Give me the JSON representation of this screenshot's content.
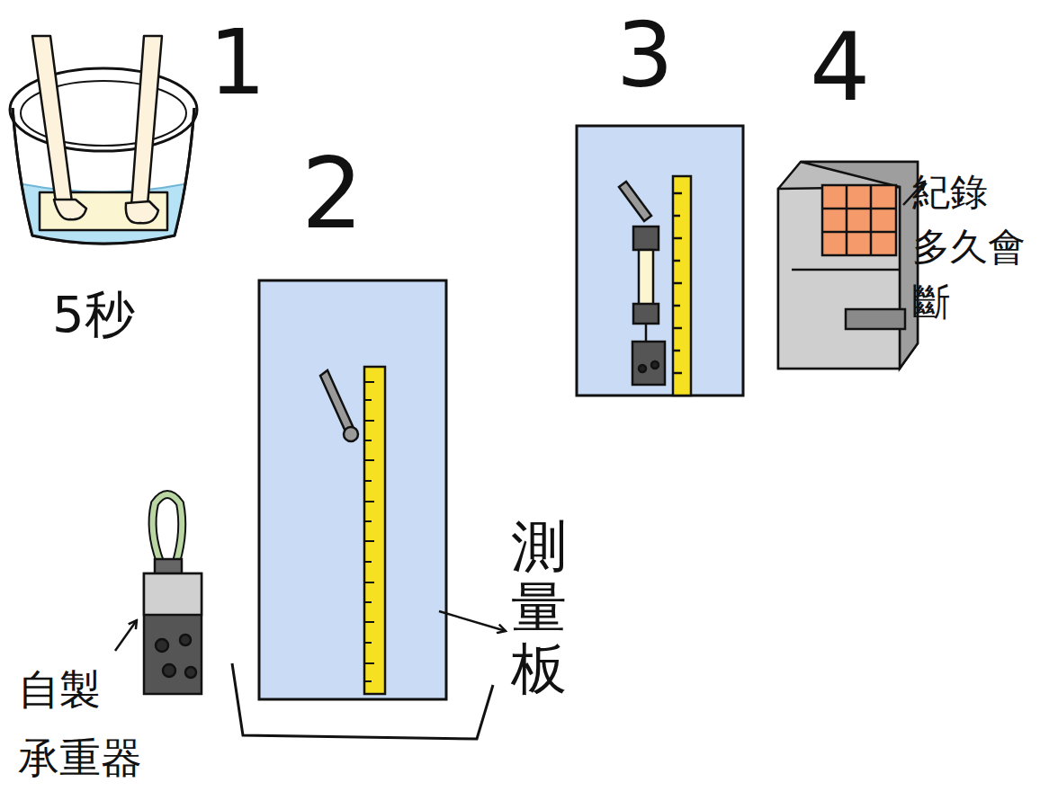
{
  "diagram": {
    "labels": [
      "1",
      "5秒",
      "2",
      "3",
      "4",
      "紀錄 多久會 斷",
      "測量板",
      "自製 承重器"
    ]
  }
}
